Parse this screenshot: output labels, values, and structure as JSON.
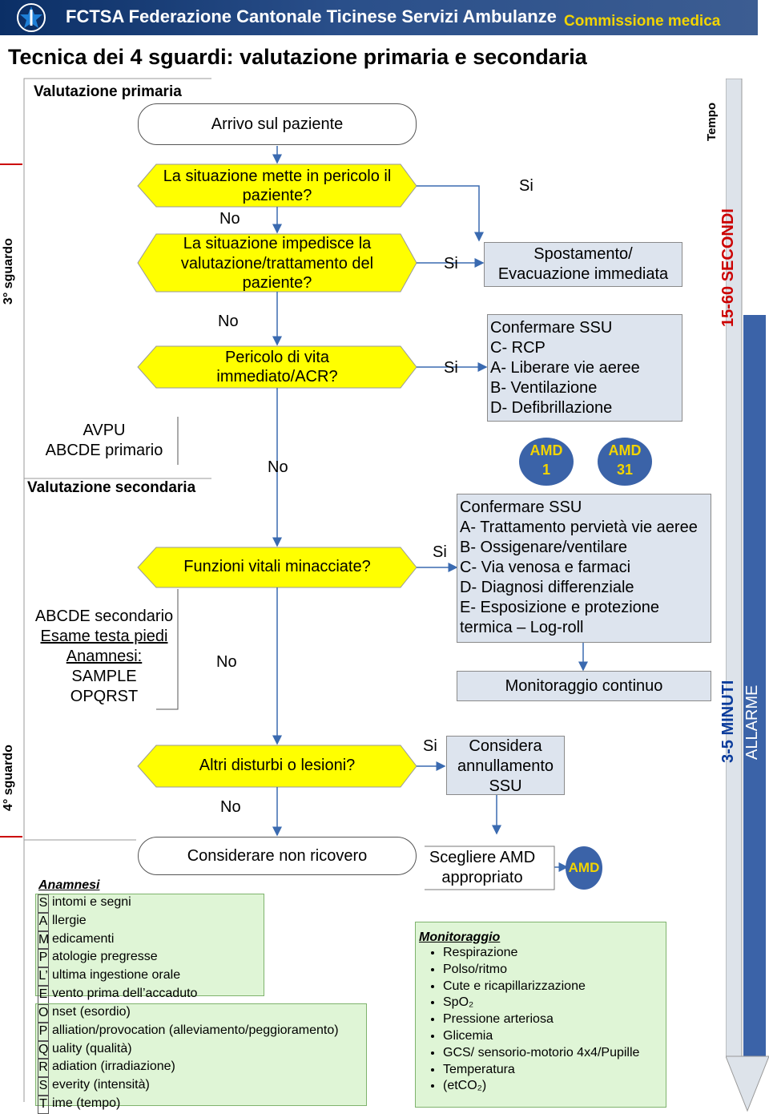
{
  "header": {
    "org_title": "FCTSA Federazione Cantonale Ticinese Servizi Ambulanze",
    "section": "Commissione medica"
  },
  "title": "Tecnica dei 4 sguardi: valutazione primaria e secondaria",
  "left": {
    "primary_label": "Valutazione primaria",
    "guardo3": "3° sguardo",
    "guardo4": "4° sguardo",
    "avpu": "AVPU",
    "abcde_primary": "ABCDE primario",
    "secondary_label": "Valutazione secondaria",
    "abcde_secondary": "ABCDE secondario",
    "esame": "Esame testa piedi",
    "anamnesi": "Anamnesi:",
    "sample": "SAMPLE",
    "opqrst": "OPQRST"
  },
  "flow": {
    "arrivo": "Arrivo sul paziente",
    "q1": "La situazione mette in pericolo il paziente?",
    "q2": "La situazione impedisce la valutazione/trattamento del paziente?",
    "q3": "Pericolo di vita immediato/ACR?",
    "q4": "Funzioni vitali minacciate?",
    "q5": "Altri disturbi o lesioni?",
    "end": "Considerare non ricovero",
    "no": "No",
    "si": "Si"
  },
  "right": {
    "spostamento": [
      "Spostamento/",
      "Evacuazione immediata"
    ],
    "confermare1": [
      "Confermare SSU",
      "C- RCP",
      "A- Liberare vie aeree",
      "B- Ventilazione",
      "D- Defibrillazione"
    ],
    "amd1": [
      "AMD",
      "1"
    ],
    "amd31": [
      "AMD",
      "31"
    ],
    "confermare2": [
      "Confermare SSU",
      "A- Trattamento pervietà vie aeree",
      "B- Ossigenare/ventilare",
      "C- Via venosa e farmaci",
      "D- Diagnosi differenziale",
      "E- Esposizione e protezione",
      "termica – Log-roll"
    ],
    "monitoraggio_continuo": "Monitoraggio continuo",
    "considera": [
      "Considera",
      "annullamento",
      "SSU"
    ],
    "scegliere": [
      "Scegliere AMD",
      "appropriato"
    ],
    "amd": "AMD"
  },
  "tempo": {
    "label": "Tempo",
    "t1": "15-60 SECONDI",
    "t2": "3-5 MINUTI",
    "allarme": "ALLARME"
  },
  "sample_legend": {
    "title": "Anamnesi",
    "rows": [
      {
        "k": "S",
        "v": "intomi e segni"
      },
      {
        "k": "A",
        "v": "llergie"
      },
      {
        "k": "M",
        "v": "edicamenti"
      },
      {
        "k": "P",
        "v": "atologie pregresse"
      },
      {
        "k": "L’",
        "v": "ultima ingestione orale"
      },
      {
        "k": "E",
        "v": "vento prima dell’accaduto"
      }
    ]
  },
  "opqrst_legend": {
    "rows": [
      {
        "k": "O",
        "v": "nset (esordio)"
      },
      {
        "k": "P",
        "v": "alliation/provocation (alleviamento/peggioramento)"
      },
      {
        "k": "Q",
        "v": "uality (qualità)"
      },
      {
        "k": "R",
        "v": "adiation (irradiazione)"
      },
      {
        "k": "S",
        "v": "everity (intensità)"
      },
      {
        "k": "T",
        "v": "ime (tempo)"
      }
    ]
  },
  "monitoraggio": {
    "title": "Monitoraggio",
    "items": [
      "Respirazione",
      "Polso/ritmo",
      "Cute e ricapillarizzazione",
      "SpO₂",
      "Pressione arteriosa",
      "Glicemia",
      "GCS/ sensorio-motorio 4x4/Pupille",
      "Temperatura",
      "(etCO₂)"
    ]
  },
  "colors": {
    "yellow": "#ffff00",
    "navy": "#0b2f66",
    "amd_blue": "#3b63a8",
    "gray_box": "#dde4ee",
    "green_box": "#dff5d6",
    "red": "#cc0000"
  }
}
